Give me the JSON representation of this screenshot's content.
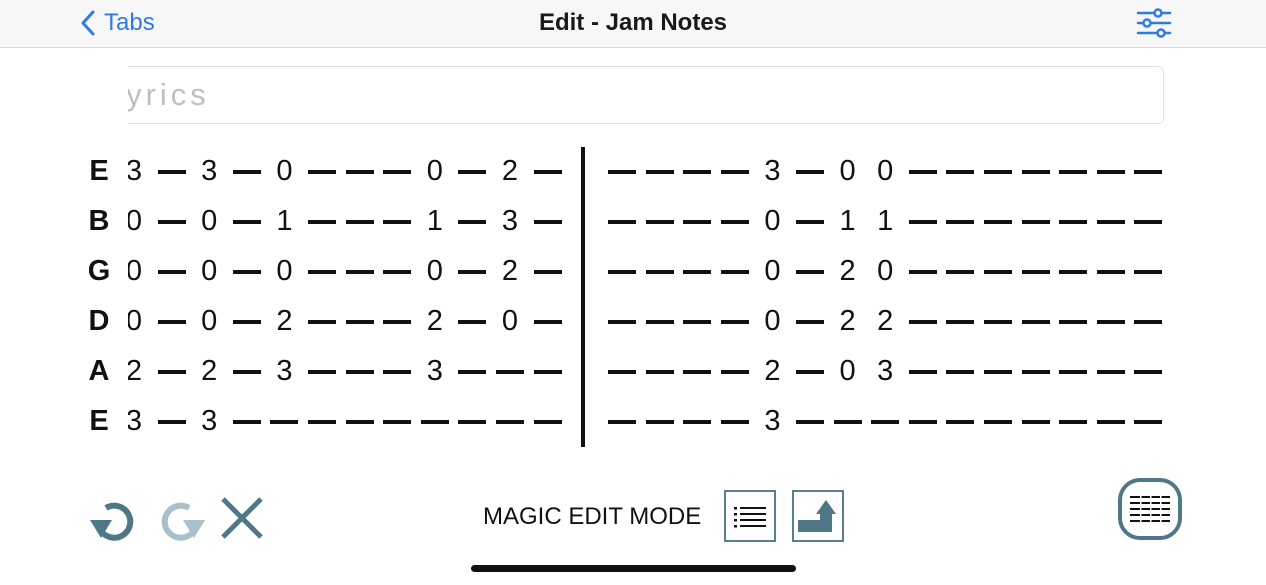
{
  "nav": {
    "back_label": "Tabs",
    "title": "Edit - Jam Notes",
    "back_icon": "chevron-left-icon",
    "settings_icon": "sliders-icon"
  },
  "lyrics": {
    "placeholder": "Lyrics"
  },
  "tab": {
    "strings": [
      "E",
      "B",
      "G",
      "D",
      "A",
      "E"
    ],
    "measure1": [
      [
        "3",
        "-",
        "3",
        "-",
        "0",
        "-",
        "-",
        "-",
        "0",
        "-",
        "2",
        "-"
      ],
      [
        "0",
        "-",
        "0",
        "-",
        "1",
        "-",
        "-",
        "-",
        "1",
        "-",
        "3",
        "-"
      ],
      [
        "0",
        "-",
        "0",
        "-",
        "0",
        "-",
        "-",
        "-",
        "0",
        "-",
        "2",
        "-"
      ],
      [
        "0",
        "-",
        "0",
        "-",
        "2",
        "-",
        "-",
        "-",
        "2",
        "-",
        "0",
        "-"
      ],
      [
        "2",
        "-",
        "2",
        "-",
        "3",
        "-",
        "-",
        "-",
        "3",
        "-",
        "-",
        "-"
      ],
      [
        "3",
        "-",
        "3",
        "-",
        "-",
        "-",
        "-",
        "-",
        "-",
        "-",
        "-",
        "-"
      ]
    ],
    "measure2": [
      [
        "-",
        "-",
        "-",
        "-",
        "3",
        "-",
        "0",
        "0",
        "-",
        "-",
        "-",
        "-",
        "-",
        "-",
        "-"
      ],
      [
        "-",
        "-",
        "-",
        "-",
        "0",
        "-",
        "1",
        "1",
        "-",
        "-",
        "-",
        "-",
        "-",
        "-",
        "-"
      ],
      [
        "-",
        "-",
        "-",
        "-",
        "0",
        "-",
        "2",
        "0",
        "-",
        "-",
        "-",
        "-",
        "-",
        "-",
        "-"
      ],
      [
        "-",
        "-",
        "-",
        "-",
        "0",
        "-",
        "2",
        "2",
        "-",
        "-",
        "-",
        "-",
        "-",
        "-",
        "-"
      ],
      [
        "-",
        "-",
        "-",
        "-",
        "2",
        "-",
        "0",
        "3",
        "-",
        "-",
        "-",
        "-",
        "-",
        "-",
        "-"
      ],
      [
        "-",
        "-",
        "-",
        "-",
        "3",
        "-",
        "-",
        "-",
        "-",
        "-",
        "-",
        "-",
        "-",
        "-",
        "-"
      ]
    ]
  },
  "toolbar": {
    "undo_icon": "undo-icon",
    "redo_icon": "redo-icon",
    "clear_icon": "close-icon",
    "magic_label": "MAGIC EDIT MODE",
    "list_icon": "list-icon",
    "enter_icon": "return-arrow-icon",
    "keyboard_icon": "keyboard-icon"
  },
  "colors": {
    "accent_blue": "#2f7ae5",
    "teal_dark": "#4f7786",
    "teal_light": "#a8c0c8",
    "text": "#111111"
  }
}
